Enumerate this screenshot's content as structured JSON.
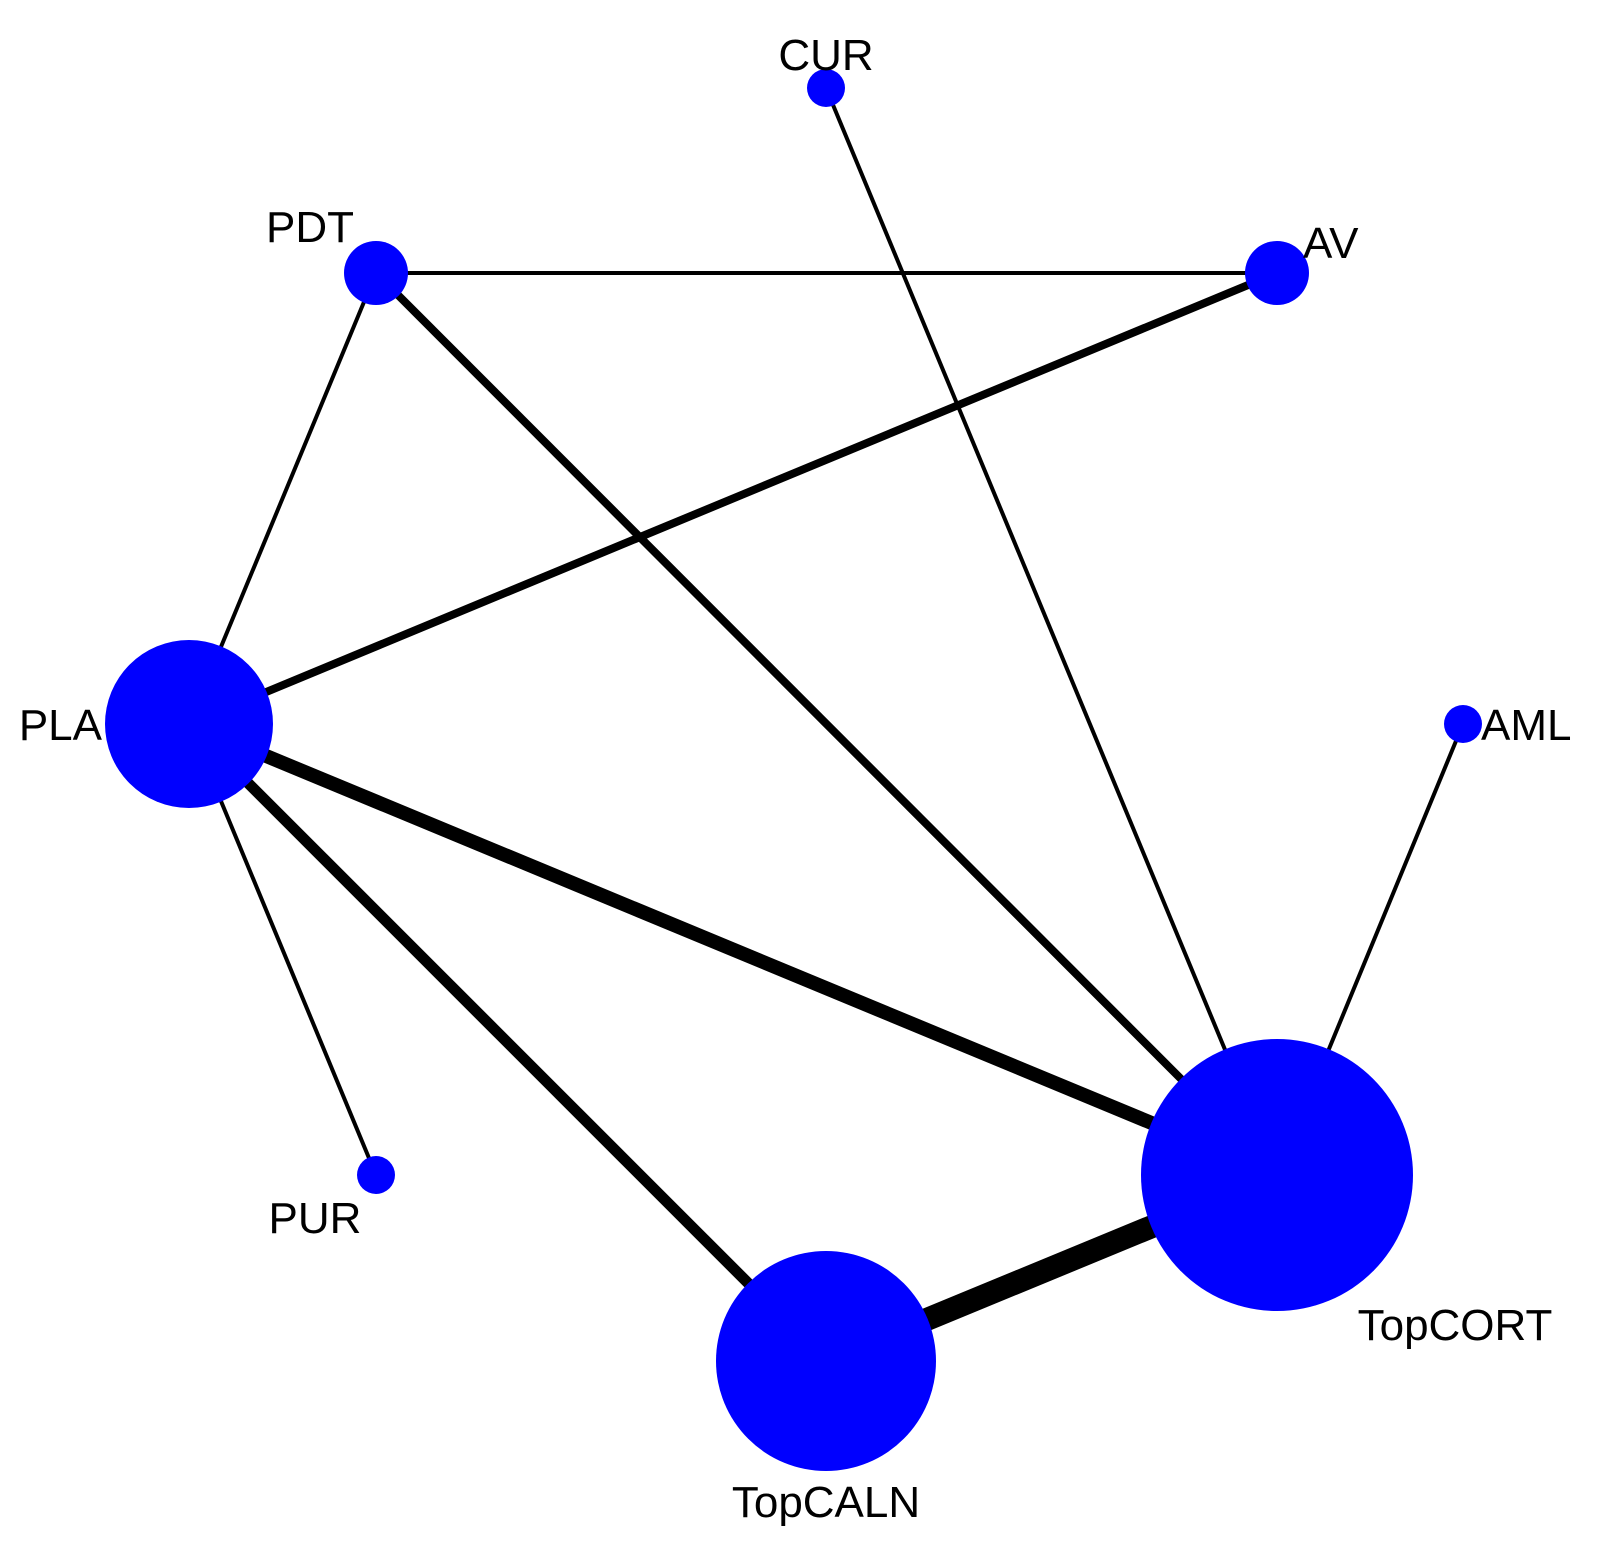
{
  "nodes": [
    {
      "id": "CUR",
      "label": "CUR",
      "weight": 1
    },
    {
      "id": "AV",
      "label": "AV",
      "weight": 2
    },
    {
      "id": "AML",
      "label": "AML",
      "weight": 1
    },
    {
      "id": "TopCORT",
      "label": "TopCORT",
      "weight": 10
    },
    {
      "id": "TopCALN",
      "label": "TopCALN",
      "weight": 8
    },
    {
      "id": "PUR",
      "label": "PUR",
      "weight": 1
    },
    {
      "id": "PLA",
      "label": "PLA",
      "weight": 6
    },
    {
      "id": "PDT",
      "label": "PDT",
      "weight": 2
    }
  ],
  "edges": [
    {
      "source": "PDT",
      "target": "AV",
      "weight": 1
    },
    {
      "source": "PDT",
      "target": "PLA",
      "weight": 1
    },
    {
      "source": "PDT",
      "target": "TopCORT",
      "weight": 2
    },
    {
      "source": "AV",
      "target": "PLA",
      "weight": 2
    },
    {
      "source": "CUR",
      "target": "TopCORT",
      "weight": 1
    },
    {
      "source": "AML",
      "target": "TopCORT",
      "weight": 1
    },
    {
      "source": "PLA",
      "target": "PUR",
      "weight": 1
    },
    {
      "source": "PLA",
      "target": "TopCORT",
      "weight": 4
    },
    {
      "source": "PLA",
      "target": "TopCALN",
      "weight": 3
    },
    {
      "source": "TopCALN",
      "target": "TopCORT",
      "weight": 7
    }
  ],
  "colors": {
    "node": "#0000ff",
    "edge": "#000000",
    "label": "#000000",
    "background": "#ffffff"
  }
}
